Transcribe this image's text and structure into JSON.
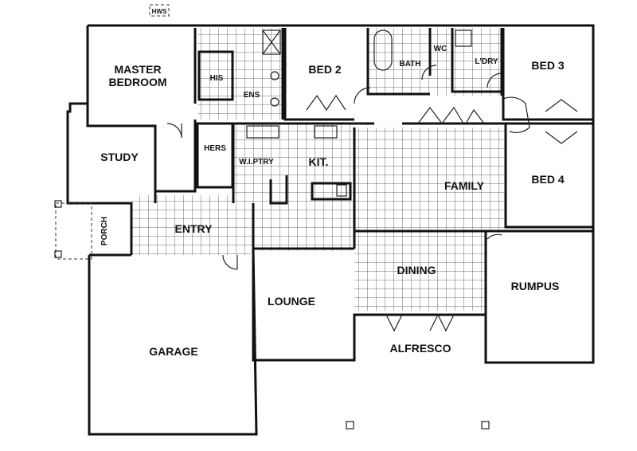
{
  "plan": {
    "rooms": {
      "master_line1": "MASTER",
      "master_line2": "BEDROOM",
      "study": "STUDY",
      "porch": "PORCH",
      "entry": "ENTRY",
      "garage": "GARAGE",
      "lounge": "LOUNGE",
      "his": "HIS",
      "ens": "ENS",
      "hers": "HERS",
      "bed2": "BED 2",
      "bath": "BATH",
      "wc": "WC",
      "laundry": "L'DRY",
      "bed3": "BED 3",
      "bed4": "BED 4",
      "pantry": "W.I.PTRY",
      "kitchen": "KIT.",
      "family": "FAMILY",
      "dining": "DINING",
      "rumpus": "RUMPUS",
      "alfresco": "ALFRESCO"
    },
    "hws": "HWS"
  }
}
